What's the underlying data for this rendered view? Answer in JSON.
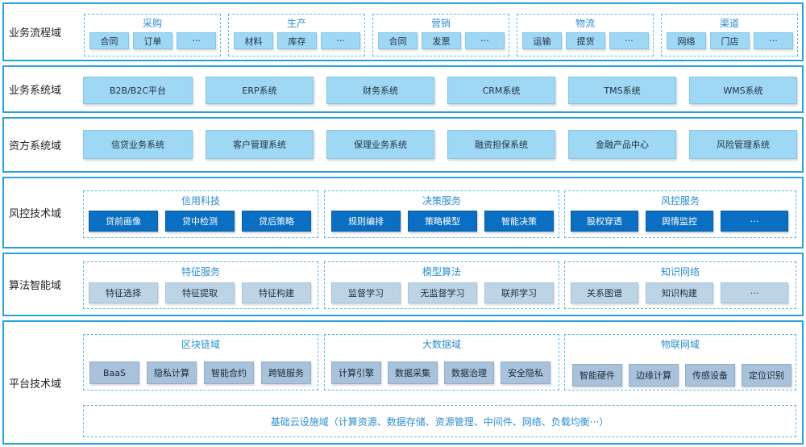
{
  "layers": {
    "business_process": {
      "label": "业务流程域",
      "groups": [
        {
          "title": "采购",
          "items": [
            "合同",
            "订单",
            "···"
          ]
        },
        {
          "title": "生产",
          "items": [
            "材料",
            "库存",
            "···"
          ]
        },
        {
          "title": "营销",
          "items": [
            "合同",
            "发票",
            "···"
          ]
        },
        {
          "title": "物流",
          "items": [
            "运输",
            "提货",
            "···"
          ]
        },
        {
          "title": "渠道",
          "items": [
            "网络",
            "门店",
            "···"
          ]
        }
      ]
    },
    "business_system": {
      "label": "业务系统域",
      "items": [
        "B2B/B2C平台",
        "ERP系统",
        "财务系统",
        "CRM系统",
        "TMS系统",
        "WMS系统"
      ]
    },
    "capital_system": {
      "label": "资方系统域",
      "items": [
        "信贷业务系统",
        "客户管理系统",
        "保理业务系统",
        "融资担保系统",
        "金融产品中心",
        "风险管理系统"
      ]
    },
    "risk_tech": {
      "label": "风控技术域",
      "groups": [
        {
          "title": "信用科技",
          "items": [
            "贷前画像",
            "贷中检测",
            "贷后策略"
          ]
        },
        {
          "title": "决策服务",
          "items": [
            "规则编排",
            "策略模型",
            "智能决策"
          ]
        },
        {
          "title": "风控服务",
          "items": [
            "股权穿透",
            "舆情监控",
            "···"
          ]
        }
      ]
    },
    "algorithm": {
      "label": "算法智能域",
      "groups": [
        {
          "title": "特征服务",
          "items": [
            "特征选择",
            "特征提取",
            "特征构建"
          ]
        },
        {
          "title": "模型算法",
          "items": [
            "监督学习",
            "无监督学习",
            "联邦学习"
          ]
        },
        {
          "title": "知识网络",
          "items": [
            "关系图谱",
            "知识构建",
            "···"
          ]
        }
      ]
    },
    "platform": {
      "label": "平台技术域",
      "groups": [
        {
          "title": "区块链域",
          "items": [
            "BaaS",
            "隐私计算",
            "智能合约",
            "跨链服务"
          ]
        },
        {
          "title": "大数据域",
          "items": [
            "计算引擎",
            "数据采集",
            "数据治理",
            "安全隐私"
          ]
        },
        {
          "title": "物联网域",
          "items": [
            "智能硬件",
            "边缘计算",
            "传感设备",
            "定位识别"
          ]
        }
      ],
      "infrastructure": "基础云设施域（计算资源、数据存储、资源管理、中间件、网络、负载均衡···）"
    }
  }
}
